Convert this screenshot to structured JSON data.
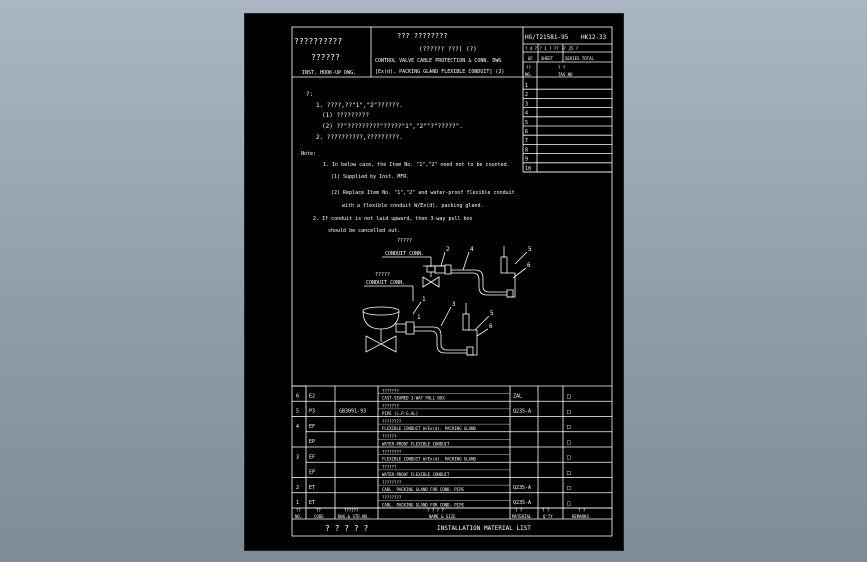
{
  "title_block": {
    "left_line1": "??????????",
    "left_line2": "??????",
    "left_line3": "INST. HOOK-UP DWG.",
    "mid_line1": "??? ????????",
    "mid_line2": "(??????   ???)    (?)",
    "mid_line3": "CONTROL VALVE CABLE PROTECTION & CONN. DWG",
    "mid_line4": "[Ex(d). PACKING GLAND FLEXIBLE CONDUIT]   (2)",
    "doc_no": "HG/T21581-95",
    "doc_no2": "HK12-33",
    "sheet_line1": "?  4  ?   ? 1  ?   ?? ?? 35 ?",
    "sheet_of": "OF",
    "sheet_sheet": "SHEET",
    "sheet_total": "SERIES TOTAL"
  },
  "rev_table": {
    "hdr_no_q": "??",
    "hdr_no": "NO.",
    "hdr_tag_q": "?      ?",
    "hdr_tag": "TAG  NO",
    "rows": [
      "1",
      "2",
      "3",
      "4",
      "5",
      "6",
      "7",
      "8",
      "9",
      "10"
    ]
  },
  "notes": {
    "cn_head": "?:",
    "cn_1": "1. ????,??\"1\",\"2\"??????.",
    "cn_1a": "(1) ?????????",
    "cn_1b": "(2) ??\"?????????\"?????\"1\",\"2\"\"?\"?????\".",
    "cn_2": "2. ??????????,?????????.",
    "en_head": "Note:",
    "en_1": "1. In below case, the Item No. \"1\",\"2\" need not to be counted.",
    "en_1a": "(1) Supplied by Inst. MFR.",
    "en_1b": "(2) Replace Item No. \"1\",\"2\" and water-proof flexible conduit",
    "en_1b2": "with a flexible conduit W/Ex(d). packing gland.",
    "en_2": "2. If conduit is not laid upward, then 3-way pull box",
    "en_2b": "should be cancelled out."
  },
  "diagram": {
    "label_conn1_q": "?????",
    "label_conn1": "CONDUIT CONN.",
    "label_conn2_q": "?????",
    "label_conn2": "CONDUIT CONN.",
    "callout_1a": "1",
    "callout_2a": "2",
    "callout_4a": "4",
    "callout_5a": "5",
    "callout_6a": "6",
    "callout_1b": "1",
    "callout_3b": "3",
    "callout_5b": "5",
    "callout_6b": "6"
  },
  "material_list": {
    "rows": [
      {
        "no": "6",
        "code": "E2",
        "std": "",
        "name_q": "???????",
        "name": "CAST-SEAMED 3-WAY PULL BOX",
        "material": "ZAL",
        "qty": "",
        "remark": "□"
      },
      {
        "no": "5",
        "code": "P3",
        "std": "GB3091-93",
        "name_q": "???????",
        "name": "PIPE (L.P.G.AL)",
        "material": "Q235-A",
        "qty": "",
        "remark": "□"
      },
      {
        "no": "4",
        "code": "EF",
        "std": "",
        "name_q": "????????",
        "name": "FLEXIBLE CONDUIT W/Ex(d). PACKING GLAND",
        "material": "",
        "qty": "",
        "remark": "□"
      },
      {
        "no": "",
        "code": "EP",
        "std": "",
        "name_q": "??????",
        "name": "WATER-PROOF FLEXIBLE CONDUIT",
        "material": "",
        "qty": "",
        "remark": "□"
      },
      {
        "no": "3",
        "code": "EF",
        "std": "",
        "name_q": "????????",
        "name": "FLEXIBLE CONDUIT W/Ex(d). PACKING GLAND",
        "material": "",
        "qty": "",
        "remark": "□"
      },
      {
        "no": "",
        "code": "EP",
        "std": "",
        "name_q": "??????",
        "name": "WATER-PROOF FLEXIBLE CONDUIT",
        "material": "",
        "qty": "",
        "remark": "□"
      },
      {
        "no": "2",
        "code": "ET",
        "std": "",
        "name_q": "????????",
        "name": "CABL. PACKING GLAND FOR COND. PIPE",
        "material": "Q235-A",
        "qty": "",
        "remark": "□"
      },
      {
        "no": "1",
        "code": "ET",
        "std": "",
        "name_q": "????????",
        "name": "CABL. PACKING GLAND FOR COND. PIPE",
        "material": "Q235-A",
        "qty": "",
        "remark": "□"
      }
    ],
    "hdr_no_q": "??",
    "hdr_no": "NO.",
    "hdr_code_q": "??",
    "hdr_code": "CODE",
    "hdr_std_q": "??????",
    "hdr_std": "DWG.& STD.NO.",
    "hdr_name_q": "?   ?   ?   ?",
    "hdr_name": "NAME & SIZE",
    "hdr_mat_q": "?   ?",
    "hdr_mat": "MATERIAL",
    "hdr_qty_q": "?   ?",
    "hdr_qty": "Q'TY",
    "hdr_rem_q": "?   ?",
    "hdr_rem": "REMARKS",
    "footer_q": "?  ?  ?  ?  ?",
    "footer": "INSTALLATION  MATERIAL  LIST"
  }
}
